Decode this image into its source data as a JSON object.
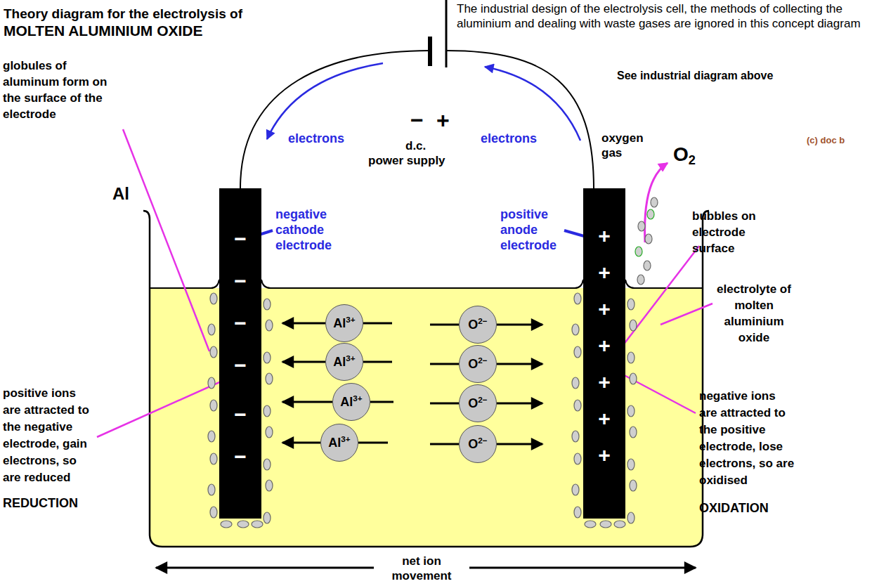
{
  "diagram": {
    "title": "Theory diagram for the electrolysis of",
    "nodes": [
      {
        "text": [
          "−",
          "−",
          "−",
          "−",
          "−",
          "−"
        ]
      },
      {
        "text": [
          "+",
          "+",
          "+",
          "+",
          "+",
          "+",
          "+"
        ]
      },
      {
        "text": [
          "Al3+"
        ]
      },
      {
        "text": [
          "Al3+"
        ]
      },
      {
        "text": [
          "Al3+"
        ]
      },
      {
        "text": [
          "Al3+"
        ]
      },
      {
        "text": [
          "O2−"
        ]
      },
      {
        "text": [
          "O2−"
        ]
      },
      {
        "text": [
          "O2−"
        ]
      },
      {
        "text": [
          "O2−"
        ]
      }
    ],
    "labels": [
      "MOLTEN ALUMINIUM OXIDE",
      "The industrial design of the electrolysis cell, the methods of collecting the aluminium and dealing with waste gases are ignored in this concept diagram",
      "See industrial diagram above",
      "(c) doc b",
      "electrons",
      "electrons",
      "−",
      "+",
      "d.c.",
      "power supply",
      "oxygen gas",
      "O2",
      "globules of aluminum form on the surface of the electrode",
      "Al",
      "negative cathode electrode",
      "positive anode electrode",
      "bubbles on electrode surface",
      "electrolyte of molten aluminium oxide",
      "positive ions are attracted to the negative electrode, gain electrons, so are reduced",
      "REDUCTION",
      "negative ions are attracted to the positive electrode, lose electrons, so are oxidised",
      "OXIDATION",
      "net ion movement"
    ]
  }
}
